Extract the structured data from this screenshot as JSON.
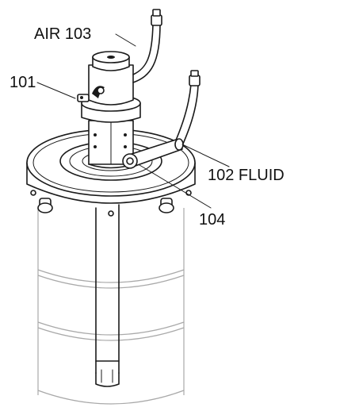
{
  "callouts": {
    "air": "AIR 103",
    "pump": "101",
    "fluid": "102 FLUID",
    "outlet": "104"
  },
  "colors": {
    "ink": "#1a1a1a",
    "faint": "#a9a9a9",
    "background": "#ffffff"
  }
}
